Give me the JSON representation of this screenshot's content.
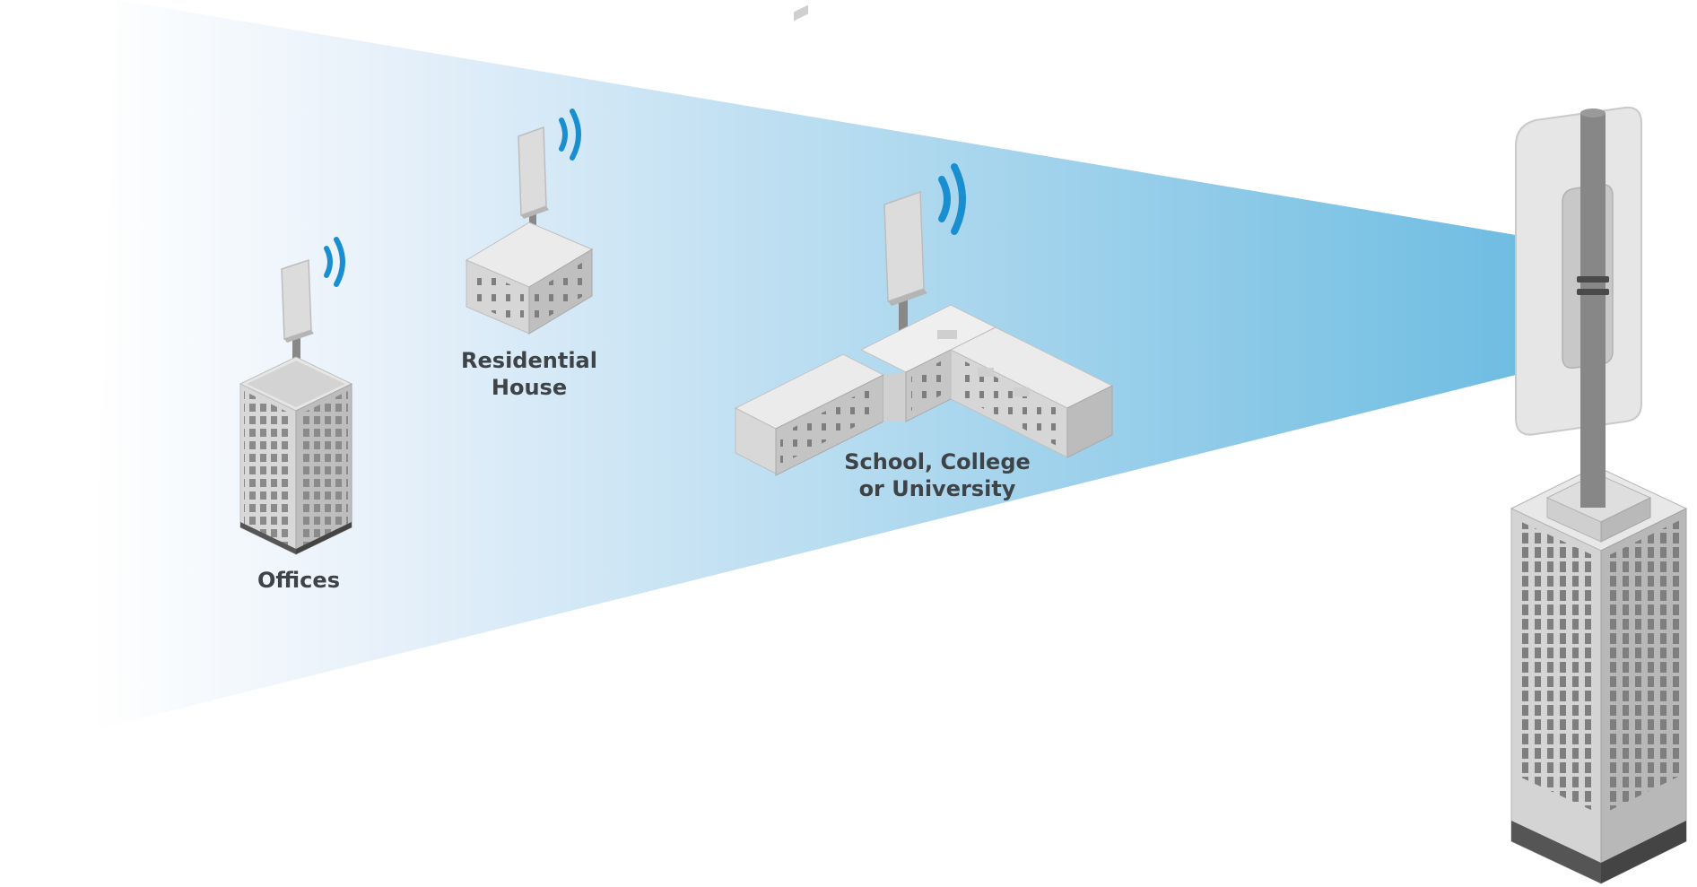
{
  "labels": {
    "offices": "Offices",
    "residential_line1": "Residential",
    "residential_line2": "House",
    "school_line1": "School, College",
    "school_line2": "or University"
  },
  "icons": {
    "beam": "coverage-beam",
    "signal": "wifi-signal-icon",
    "antenna": "panel-antenna-icon",
    "tower": "tower-building-icon"
  },
  "colors": {
    "beam_near": "#6fbde2",
    "beam_far": "#ffffff",
    "signal": "#1a8fd0",
    "building_light": "#eeeeee",
    "building_mid": "#d0d0d0",
    "building_dark": "#a9a9a9",
    "window": "#7a7a7a",
    "pole": "#888888",
    "label_text": "#3e4347"
  }
}
